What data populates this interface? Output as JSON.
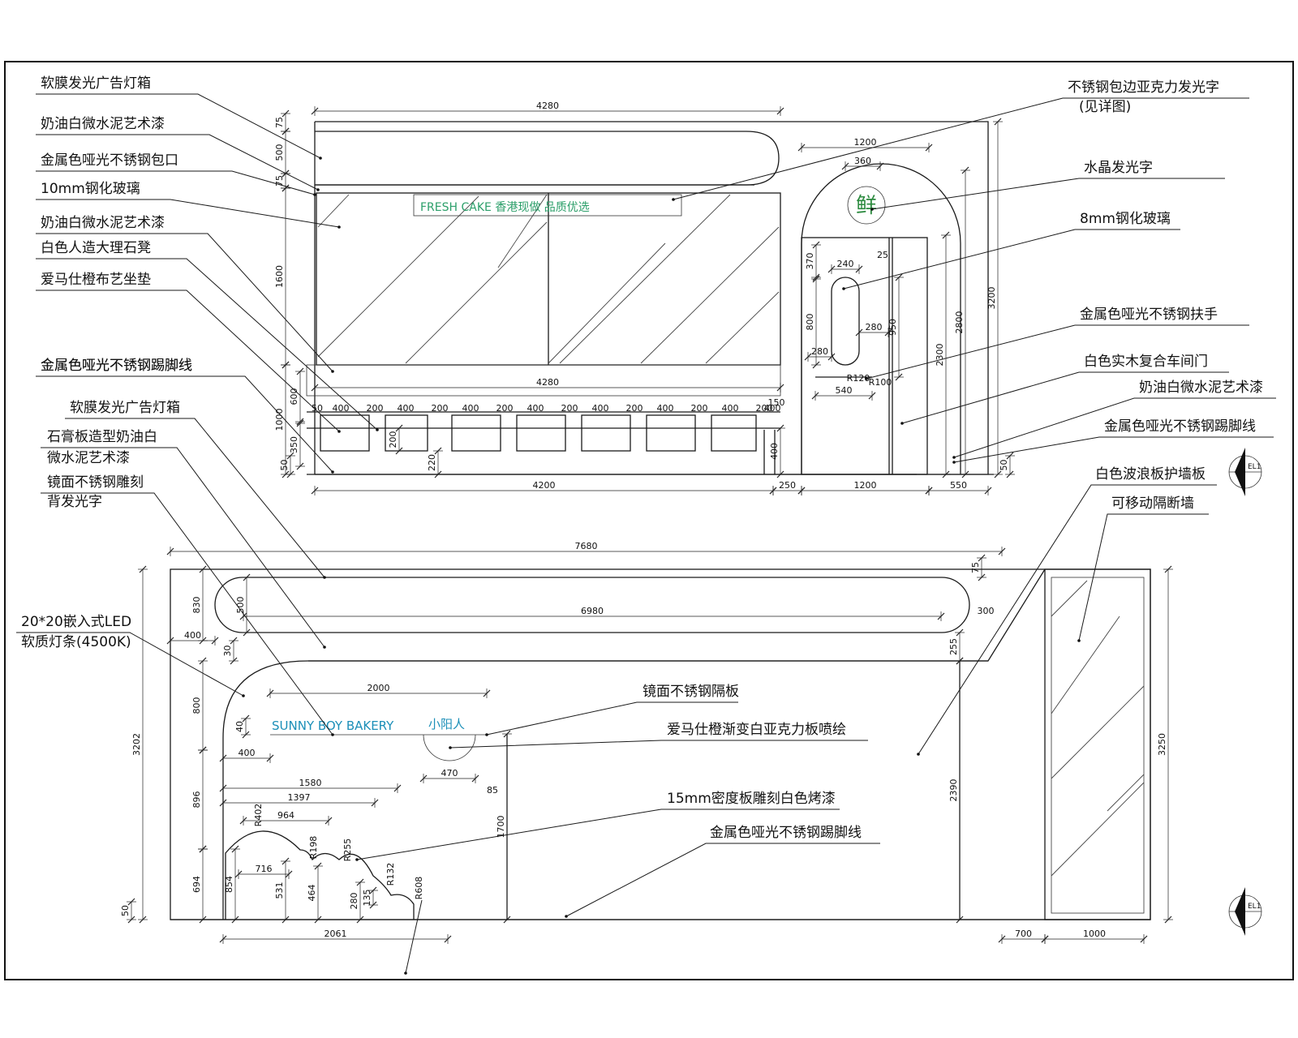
{
  "top_elevation": {
    "labels_left": [
      {
        "text": "软膜发光广告灯箱"
      },
      {
        "text": "奶油白微水泥艺术漆"
      },
      {
        "text": "金属色哑光不锈钢包口"
      },
      {
        "text": "10mm钢化玻璃"
      },
      {
        "text": "奶油白微水泥艺术漆"
      },
      {
        "text": "白色人造大理石凳"
      },
      {
        "text": "爱马仕橙布艺坐垫"
      },
      {
        "text": "金属色哑光不锈钢踢脚线"
      }
    ],
    "labels_right": [
      {
        "text": "不锈钢包边亚克力发光字",
        "sub": "(见详图)"
      },
      {
        "text": "水晶发光字"
      },
      {
        "text": "8mm钢化玻璃"
      },
      {
        "text": "金属色哑光不锈钢扶手"
      },
      {
        "text": "白色实木复合车间门"
      },
      {
        "text": "奶油白微水泥艺术漆"
      },
      {
        "text": "金属色哑光不锈钢踢脚线"
      }
    ],
    "sign_text": "FRESH CAKE 香港现做 品质优选",
    "door_seal": "鲜",
    "dims": {
      "top_width": "4280",
      "v_75a": "75",
      "v_500": "500",
      "v_75b": "75",
      "v_1600": "1600",
      "v_1000": "1000",
      "v_600": "600",
      "v_350": "350",
      "v_50": "50",
      "door_arch": "1200",
      "seal_w": "360",
      "v_3200": "3200",
      "v_2800": "2800",
      "v_2300": "2300",
      "handle_370": "370",
      "handle_240": "240",
      "handle_25": "25",
      "handle_800": "800",
      "handle_280a": "280",
      "handle_280b": "280",
      "handle_950": "950",
      "handle_540": "540",
      "r120": "R120",
      "r100": "R100",
      "bench_4280": "4280",
      "bench_150": "150",
      "bench_200v": "200",
      "bench_220": "220",
      "bench_400v": "400",
      "bench_seq": [
        "50",
        "400",
        "200",
        "400",
        "200",
        "400",
        "200",
        "400",
        "200",
        "400",
        "200",
        "400",
        "200",
        "400",
        "200",
        "400"
      ],
      "bottom": [
        "4200",
        "250",
        "1200",
        "550"
      ],
      "v_50r": "50"
    },
    "elev_tag": "EL1"
  },
  "bottom_elevation": {
    "labels_left": [
      {
        "text": "金属色哑光不锈钢踢脚线"
      },
      {
        "text": "软膜发光广告灯箱"
      },
      {
        "text": "石膏板造型奶油白",
        "sub": "微水泥艺术漆"
      },
      {
        "text": "镜面不锈钢雕刻",
        "sub": "背发光字"
      },
      {
        "text": "20*20嵌入式LED",
        "sub": "软质灯条(4500K)"
      }
    ],
    "labels_right": [
      {
        "text": "白色波浪板护墙板"
      },
      {
        "text": "可移动隔断墙"
      }
    ],
    "labels_center": [
      {
        "text": "镜面不锈钢隔板"
      },
      {
        "text": "爱马仕橙渐变白亚克力板喷绘"
      },
      {
        "text": "15mm密度板雕刻白色烤漆"
      },
      {
        "text": "金属色哑光不锈钢踢脚线"
      }
    ],
    "sign_text": "SUNNY BOY BAKERY",
    "sign_cn": "小阳人",
    "dims": {
      "total": "7680",
      "lightbox_len": "6980",
      "lightbox_end": "300",
      "v_75": "75",
      "v_500": "500",
      "v_830": "830",
      "h_400a": "400",
      "v_30": "30",
      "v_255": "255",
      "v_800": "800",
      "v_40": "40",
      "h_400b": "400",
      "sign_2000": "2000",
      "sign_470": "470",
      "sign_85": "85",
      "v_3202": "3202",
      "v_3250": "3250",
      "v_896": "896",
      "h_1580": "1580",
      "h_1397": "1397",
      "h_964": "964",
      "r402": "R402",
      "r198": "R198",
      "r255": "R255",
      "r132": "R132",
      "r608": "R608",
      "v_854": "854",
      "h_716": "716",
      "v_531": "531",
      "v_464": "464",
      "v_280": "280",
      "v_135": "135",
      "v_694": "694",
      "v_50": "50",
      "v_1700": "1700",
      "v_2390": "2390",
      "bottom_2061": "2061",
      "bottom_700": "700",
      "bottom_1000": "1000"
    },
    "elev_tag": "EL1"
  }
}
